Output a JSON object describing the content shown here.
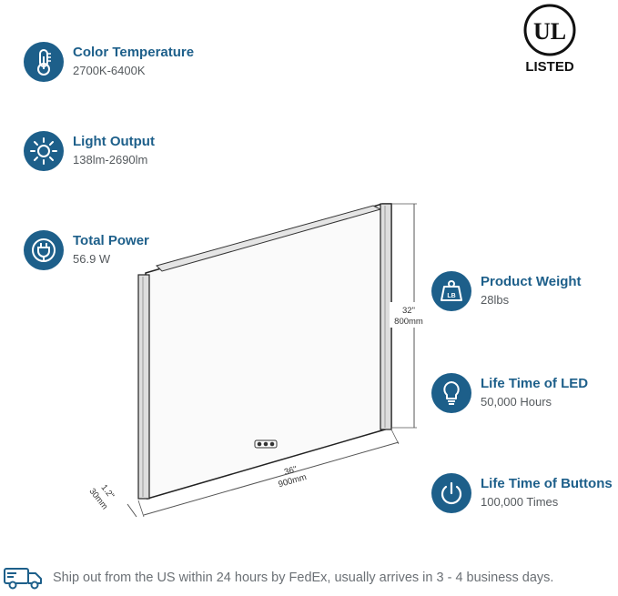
{
  "specs_left": [
    {
      "title": "Color Temperature",
      "value": "2700K-6400K",
      "icon": "thermometer-icon"
    },
    {
      "title": "Light Output",
      "value": "138lm-2690lm",
      "icon": "sun-icon"
    },
    {
      "title": "Total Power",
      "value": "56.9 W",
      "icon": "power-plug-icon"
    }
  ],
  "specs_right": [
    {
      "title": "Product Weight",
      "value": "28lbs",
      "icon": "weight-icon"
    },
    {
      "title": "Life Time of LED",
      "value": "50,000 Hours",
      "icon": "light-bulb-icon"
    },
    {
      "title": "Life Time of Buttons",
      "value": "100,000 Times",
      "icon": "power-button-icon"
    }
  ],
  "certification": {
    "mark": "UL",
    "label": "LISTED"
  },
  "dimensions": {
    "height_in": "32\"",
    "height_mm": "800mm",
    "width_in": "36\"",
    "width_mm": "900mm",
    "depth_in": "1.2\"",
    "depth_mm": "30mm"
  },
  "shipping": {
    "text": "Ship out from the US within 24 hours by FedEx, usually arrives in 3 - 4 business days.",
    "icon": "delivery-truck-icon"
  },
  "colors": {
    "accent": "#1d5f8a",
    "text_gray": "#555a5e"
  }
}
